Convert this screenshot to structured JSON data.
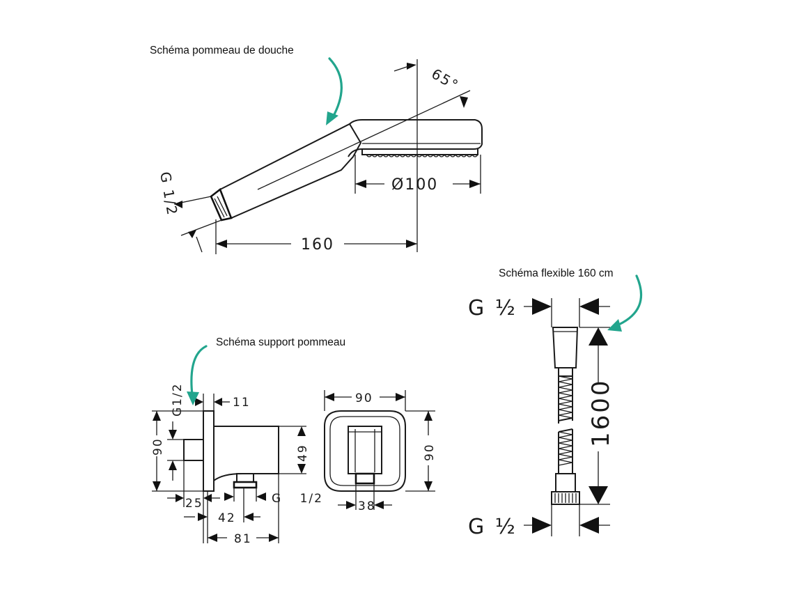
{
  "captions": {
    "shower_head": "Schéma pommeau de douche",
    "support": "Schéma support pommeau",
    "hose": "Schéma flexible 160 cm"
  },
  "shower_head": {
    "thread": "G 1/2",
    "angle": "65°",
    "diameter": "Ø100",
    "length": "160"
  },
  "support": {
    "thread_top": "G1/2",
    "dim_11": "11",
    "dim_90_side": "90",
    "dim_49": "49",
    "dim_25": "25",
    "thread_bottom": "G 1/2",
    "dim_42": "42",
    "dim_81": "81",
    "dim_90_width": "90",
    "dim_90_height": "90",
    "dim_38": "38"
  },
  "hose": {
    "thread_top": "G ½",
    "length": "1600",
    "thread_bottom": "G ½"
  },
  "colors": {
    "accent": "#22a58d",
    "line": "#1a1a1a"
  }
}
